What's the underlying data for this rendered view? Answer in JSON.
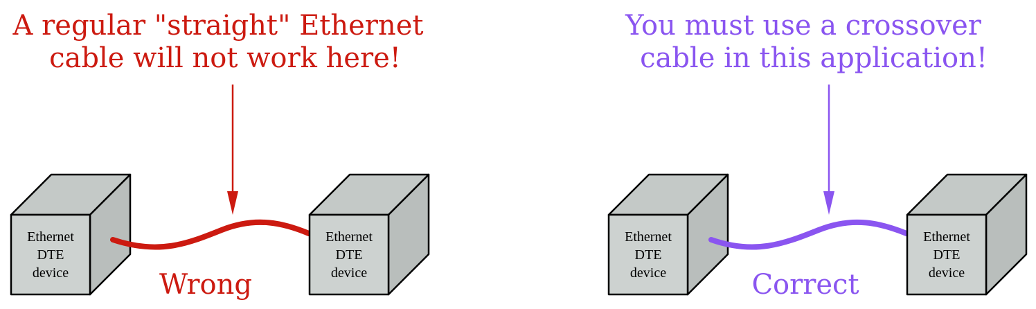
{
  "left_panel": {
    "caption_line1": "A regular \"straight\" Ethernet",
    "caption_line2": "cable will not work here!",
    "verdict": "Wrong",
    "color": "#cc1a10",
    "device_a": {
      "line1": "Ethernet",
      "line2": "DTE",
      "line3": "device"
    },
    "device_b": {
      "line1": "Ethernet",
      "line2": "DTE",
      "line3": "device"
    }
  },
  "right_panel": {
    "caption_line1": "You must use a crossover",
    "caption_line2": "cable in this application!",
    "verdict": "Correct",
    "color": "#8a55f0",
    "device_a": {
      "line1": "Ethernet",
      "line2": "DTE",
      "line3": "device"
    },
    "device_b": {
      "line1": "Ethernet",
      "line2": "DTE",
      "line3": "device"
    }
  }
}
